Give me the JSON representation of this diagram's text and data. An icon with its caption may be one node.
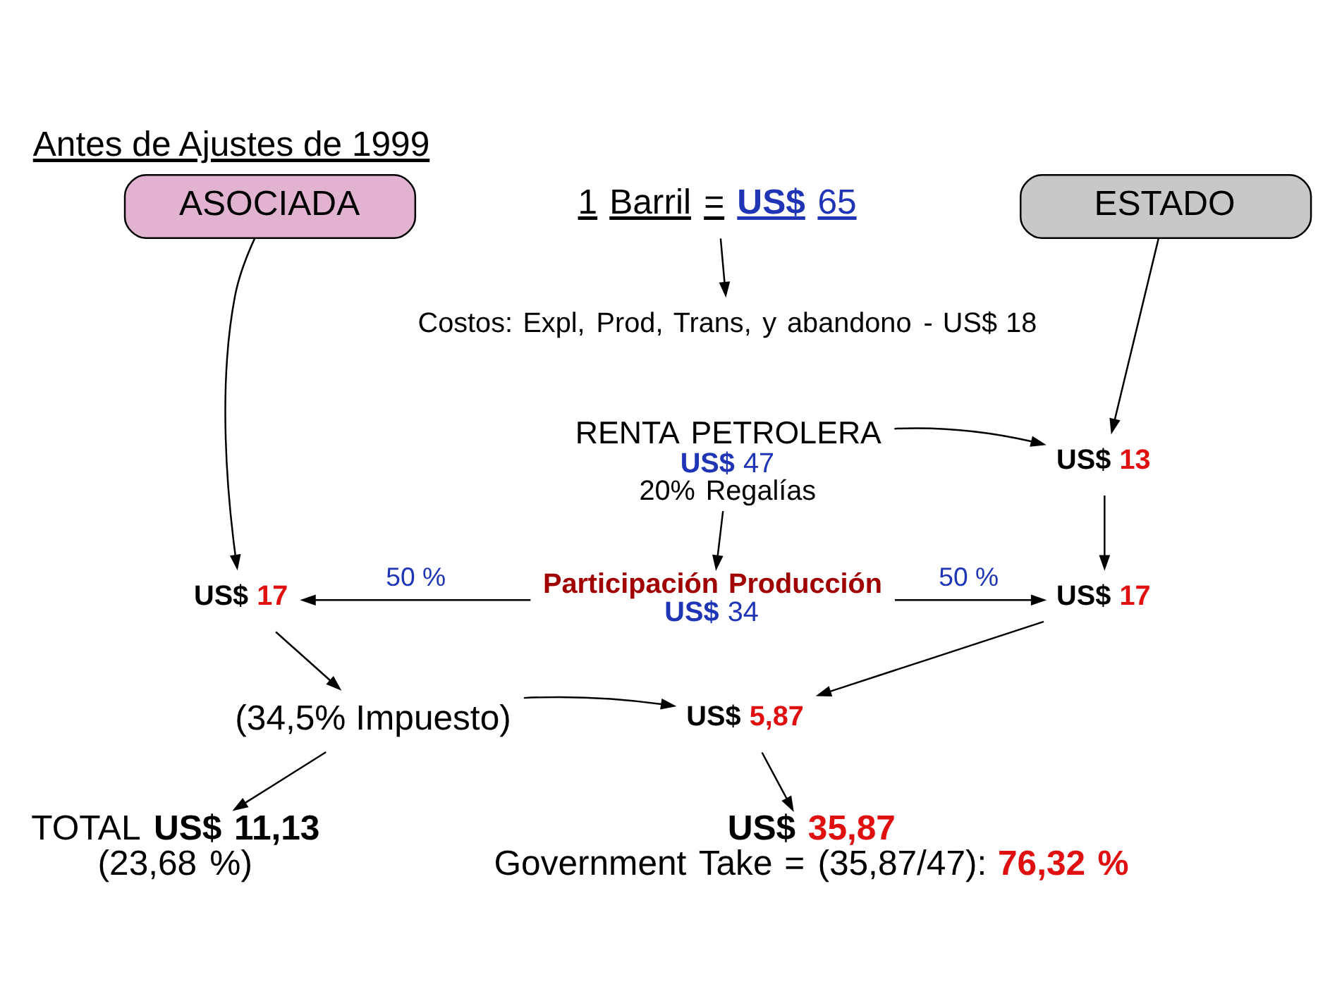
{
  "diagram": {
    "title": "Antes de Ajustes de 1999",
    "nodes": [
      {
        "text": [
          "ASOCIADA"
        ]
      },
      {
        "text": [
          "1 Barril = US$ 65"
        ]
      },
      {
        "text": [
          "ESTADO"
        ]
      },
      {
        "text": [
          "Costos: Expl, Prod, Trans, y abandono - US$ 18"
        ]
      },
      {
        "text": [
          "RENTA PETROLERA",
          "US$ 47",
          "20% Regalías"
        ]
      },
      {
        "text": [
          "US$ 13"
        ]
      },
      {
        "text": [
          "Participación Producción",
          "US$ 34"
        ]
      },
      {
        "text": [
          "US$ 17"
        ]
      },
      {
        "text": [
          "US$ 17"
        ]
      },
      {
        "text": [
          "(34,5% Impuesto)"
        ]
      },
      {
        "text": [
          "US$ 5,87"
        ]
      },
      {
        "text": [
          "TOTAL US$ 11,13",
          "(23,68 %)"
        ]
      },
      {
        "text": [
          "US$ 35,87",
          "Government Take = (35,87/47): 76,32 %"
        ]
      }
    ],
    "edges": [
      {
        "from": 0,
        "to": 7,
        "arrow": "to"
      },
      {
        "from": 1,
        "to": 3,
        "arrow": "to"
      },
      {
        "from": 2,
        "to": 5,
        "arrow": "to"
      },
      {
        "from": 4,
        "to": 5,
        "arrow": "to"
      },
      {
        "from": 4,
        "to": 6,
        "arrow": "to"
      },
      {
        "from": 5,
        "to": 8,
        "arrow": "to"
      },
      {
        "from": 6,
        "to": 7,
        "label": "50 %",
        "arrow": "to"
      },
      {
        "from": 6,
        "to": 8,
        "label": "50 %",
        "arrow": "to"
      },
      {
        "from": 7,
        "to": 9,
        "arrow": "to"
      },
      {
        "from": 8,
        "to": 10,
        "arrow": "to"
      },
      {
        "from": 9,
        "to": 10,
        "arrow": "to"
      },
      {
        "from": 9,
        "to": 11,
        "arrow": "to"
      },
      {
        "from": 10,
        "to": 12,
        "arrow": "to"
      }
    ]
  }
}
